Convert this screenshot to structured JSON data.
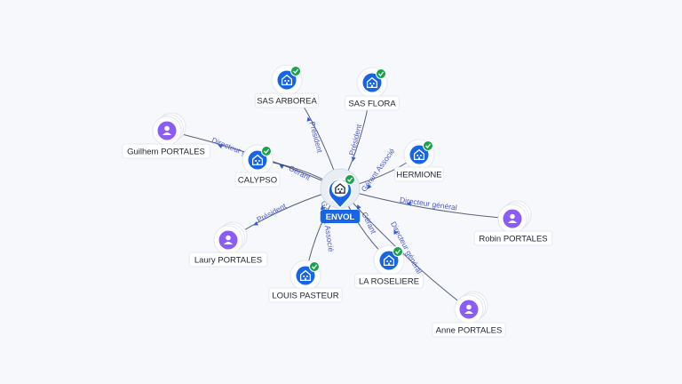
{
  "colors": {
    "company": "#1565e6",
    "person": "#8b5cf6",
    "verified": "#16a34a",
    "edge_label": "#4b5bd4",
    "background": "#f6f8fc"
  },
  "center": {
    "label": "ENVOL",
    "icon": "building-icon",
    "verified": true
  },
  "companies": [
    {
      "id": "sas-arborea",
      "label": "SAS ARBOREA",
      "verified": true
    },
    {
      "id": "sas-flora",
      "label": "SAS FLORA",
      "verified": true
    },
    {
      "id": "calypso",
      "label": "CALYPSO",
      "verified": true
    },
    {
      "id": "hermione",
      "label": "HERMIONE",
      "verified": true
    },
    {
      "id": "louis-pasteur",
      "label": "LOUIS PASTEUR",
      "verified": true
    },
    {
      "id": "la-roseliere",
      "label": "LA ROSELIERE",
      "verified": true
    }
  ],
  "persons": [
    {
      "id": "guilhem",
      "label": "Guilhem PORTALES"
    },
    {
      "id": "laury",
      "label": "Laury PORTALES"
    },
    {
      "id": "robin",
      "label": "Robin PORTALES"
    },
    {
      "id": "anne",
      "label": "Anne PORTALES"
    }
  ],
  "relations": [
    {
      "to": "sas-arborea",
      "label": "Président"
    },
    {
      "to": "sas-flora",
      "label": "Président"
    },
    {
      "to": "calypso",
      "label": "Gérant"
    },
    {
      "to": "hermione",
      "label": "Gérant Associé"
    },
    {
      "to": "louis-pasteur",
      "label": "Gérant Associé"
    },
    {
      "to": "la-roseliere",
      "label": "Gérant"
    },
    {
      "to": "guilhem",
      "label": "Directeur général"
    },
    {
      "to": "laury",
      "label": "Président"
    },
    {
      "to": "robin",
      "label": "Directeur général"
    },
    {
      "to": "anne",
      "label": "Directeur général"
    }
  ]
}
